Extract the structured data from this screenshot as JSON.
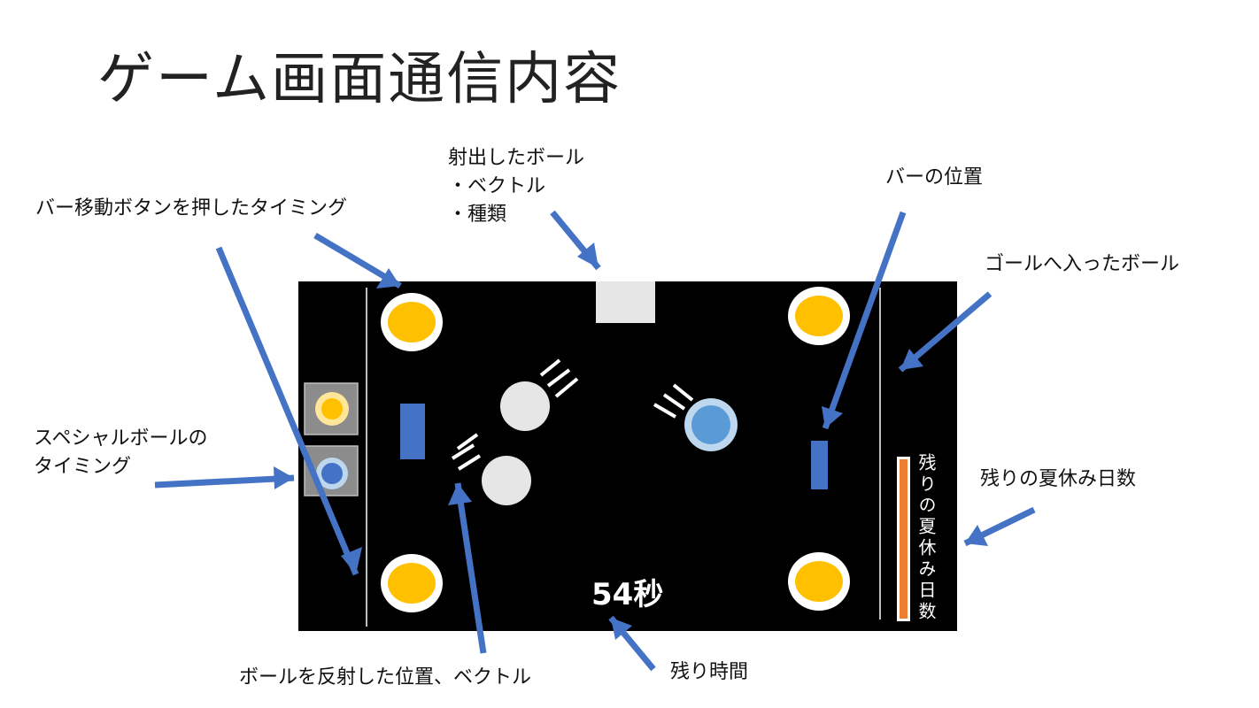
{
  "title": "ゲーム画面通信内容",
  "annotations": {
    "bar_button_timing": "バー移動ボタンを押したタイミング",
    "launched_ball": {
      "heading": "射出したボール",
      "items": [
        "・ベクトル",
        "・種類"
      ]
    },
    "bar_position": "バーの位置",
    "goal_ball": "ゴールへ入ったボール",
    "special_ball_timing": [
      "スペシャルボールの",
      "タイミング"
    ],
    "remaining_days": "残りの夏休み日数",
    "reflect_position": "ボールを反射した位置、ベクトル",
    "remaining_time": "残り時間"
  },
  "game": {
    "timer_text": "54秒",
    "days_label": "残りの夏休み日数",
    "colors": {
      "background": "#000000",
      "goal_ring": "#ffffff",
      "goal_fill": "#ffc000",
      "bar": "#4472c4",
      "ball_white": "#e6e6e6",
      "ball_blue": "#5b9bd5",
      "ball_blue_ring": "#bdd7ee",
      "launcher": "#e6e6e6",
      "special_slot": "#8c8c8c",
      "days_gauge": "#ed7d31",
      "arrow": "#4472c4"
    },
    "icons": [
      "goal-hole-icon",
      "special-yellow-ball-icon",
      "special-blue-ball-icon",
      "motion-lines-icon"
    ]
  }
}
